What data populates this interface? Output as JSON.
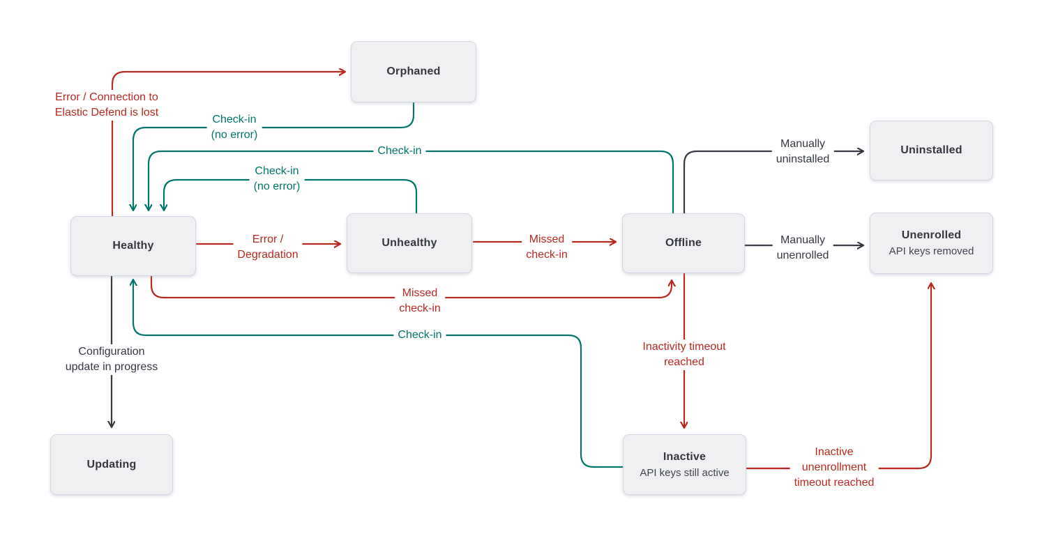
{
  "diagram": {
    "kind": "state-flow-diagram",
    "colors": {
      "error": "#b8291f",
      "success": "#00756b",
      "neutral": "#353944",
      "node_fill": "#f0f0f3",
      "node_border": "#d2d9e6",
      "node_text": "#343741"
    },
    "nodes": [
      {
        "id": "orphaned",
        "label": "Orphaned",
        "sublabel": ""
      },
      {
        "id": "healthy",
        "label": "Healthy",
        "sublabel": ""
      },
      {
        "id": "unhealthy",
        "label": "Unhealthy",
        "sublabel": ""
      },
      {
        "id": "offline",
        "label": "Offline",
        "sublabel": ""
      },
      {
        "id": "uninstalled",
        "label": "Uninstalled",
        "sublabel": ""
      },
      {
        "id": "unenrolled",
        "label": "Unenrolled",
        "sublabel": "API keys removed"
      },
      {
        "id": "updating",
        "label": "Updating",
        "sublabel": ""
      },
      {
        "id": "inactive",
        "label": "Inactive",
        "sublabel": "API keys still active"
      }
    ],
    "edges": [
      {
        "from": "healthy",
        "to": "orphaned",
        "kind": "error",
        "label": "Error / Connection to\nElastic Defend is lost"
      },
      {
        "from": "orphaned",
        "to": "healthy",
        "kind": "success",
        "label": "Check-in\n(no error)"
      },
      {
        "from": "offline",
        "to": "healthy",
        "kind": "success",
        "label": "Check-in"
      },
      {
        "from": "unhealthy",
        "to": "healthy",
        "kind": "success",
        "label": "Check-in\n(no error)"
      },
      {
        "from": "healthy",
        "to": "unhealthy",
        "kind": "error",
        "label": "Error /\nDegradation"
      },
      {
        "from": "unhealthy",
        "to": "offline",
        "kind": "error",
        "label": "Missed\ncheck-in"
      },
      {
        "from": "healthy",
        "to": "offline",
        "kind": "error",
        "label": "Missed\ncheck-in"
      },
      {
        "from": "inactive",
        "to": "healthy",
        "kind": "success",
        "label": "Check-in"
      },
      {
        "from": "healthy",
        "to": "updating",
        "kind": "neutral",
        "label": "Configuration\nupdate in progress"
      },
      {
        "from": "offline",
        "to": "uninstalled",
        "kind": "neutral",
        "label": "Manually\nuninstalled"
      },
      {
        "from": "offline",
        "to": "unenrolled",
        "kind": "neutral",
        "label": "Manually\nunenrolled"
      },
      {
        "from": "offline",
        "to": "inactive",
        "kind": "error",
        "label": "Inactivity timeout\nreached"
      },
      {
        "from": "inactive",
        "to": "unenrolled",
        "kind": "error",
        "label": "Inactive\nunenrollment\ntimeout reached"
      }
    ]
  }
}
